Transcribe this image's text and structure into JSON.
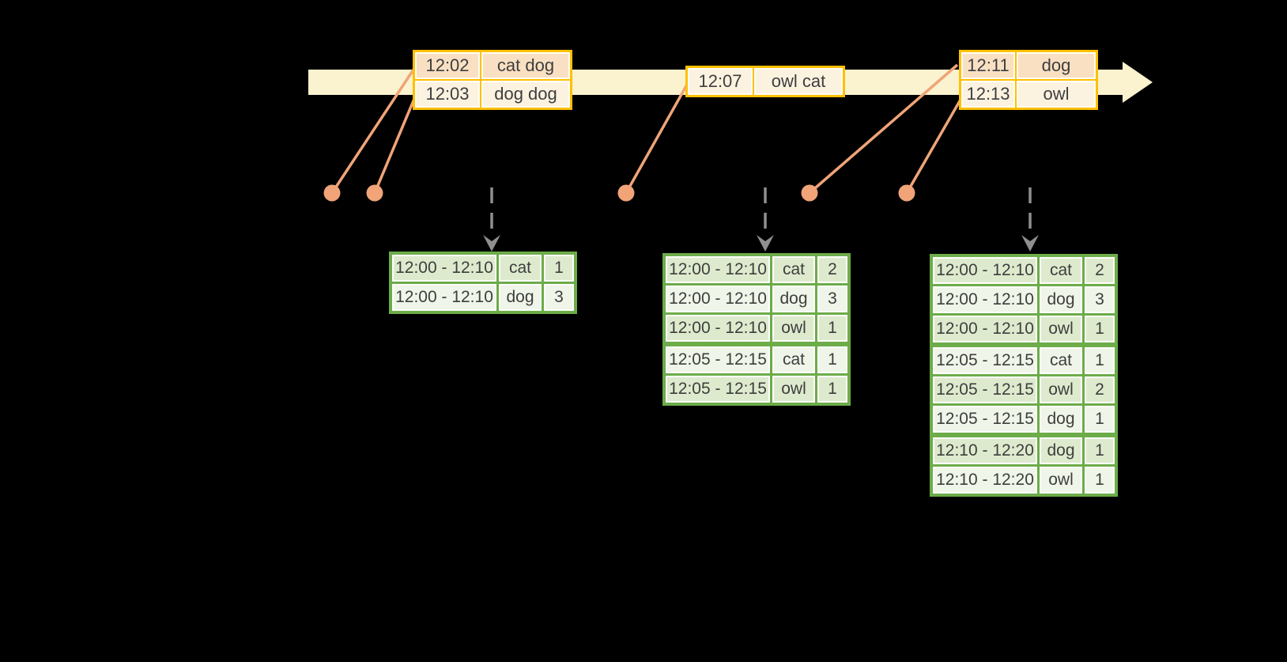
{
  "colors": {
    "background": "#000000",
    "timeline_band": "#FBF2CF",
    "orange_border": "#FFC000",
    "orange_row_dark": "#FAE0C3",
    "orange_row_light": "#FCF2E0",
    "salmon_connector": "#F0A478",
    "gray_trigger_arrow": "#8F8F8F",
    "green_border": "#6CAC49",
    "green_row_dark": "#DEEACD",
    "green_row_light": "#EFF5E8",
    "text": "#3E3E3E"
  },
  "input_batches": [
    {
      "rows": [
        {
          "time": "12:02",
          "words": "cat dog",
          "shade": "dark"
        },
        {
          "time": "12:03",
          "words": "dog dog",
          "shade": "light"
        }
      ]
    },
    {
      "rows": [
        {
          "time": "12:07",
          "words": "owl cat",
          "shade": "light"
        }
      ]
    },
    {
      "rows": [
        {
          "time": "12:11",
          "words": "dog",
          "shade": "dark"
        },
        {
          "time": "12:13",
          "words": "owl",
          "shade": "light"
        }
      ]
    }
  ],
  "result_tables": [
    {
      "rows": [
        [
          "12:00 - 12:10",
          "cat",
          "1"
        ],
        [
          "12:00 - 12:10",
          "dog",
          "3"
        ]
      ]
    },
    {
      "rows": [
        [
          "12:00 - 12:10",
          "cat",
          "2"
        ],
        [
          "12:00 - 12:10",
          "dog",
          "3"
        ],
        [
          "12:00 - 12:10",
          "owl",
          "1"
        ],
        [
          "12:05 - 12:15",
          "cat",
          "1"
        ],
        [
          "12:05 - 12:15",
          "owl",
          "1"
        ]
      ]
    },
    {
      "rows": [
        [
          "12:00 - 12:10",
          "cat",
          "2"
        ],
        [
          "12:00 - 12:10",
          "dog",
          "3"
        ],
        [
          "12:00 - 12:10",
          "owl",
          "1"
        ],
        [
          "12:05 - 12:15",
          "cat",
          "1"
        ],
        [
          "12:05 - 12:15",
          "owl",
          "2"
        ],
        [
          "12:05 - 12:15",
          "dog",
          "1"
        ],
        [
          "12:10 - 12:20",
          "dog",
          "1"
        ],
        [
          "12:10 - 12:20",
          "owl",
          "1"
        ]
      ]
    }
  ]
}
